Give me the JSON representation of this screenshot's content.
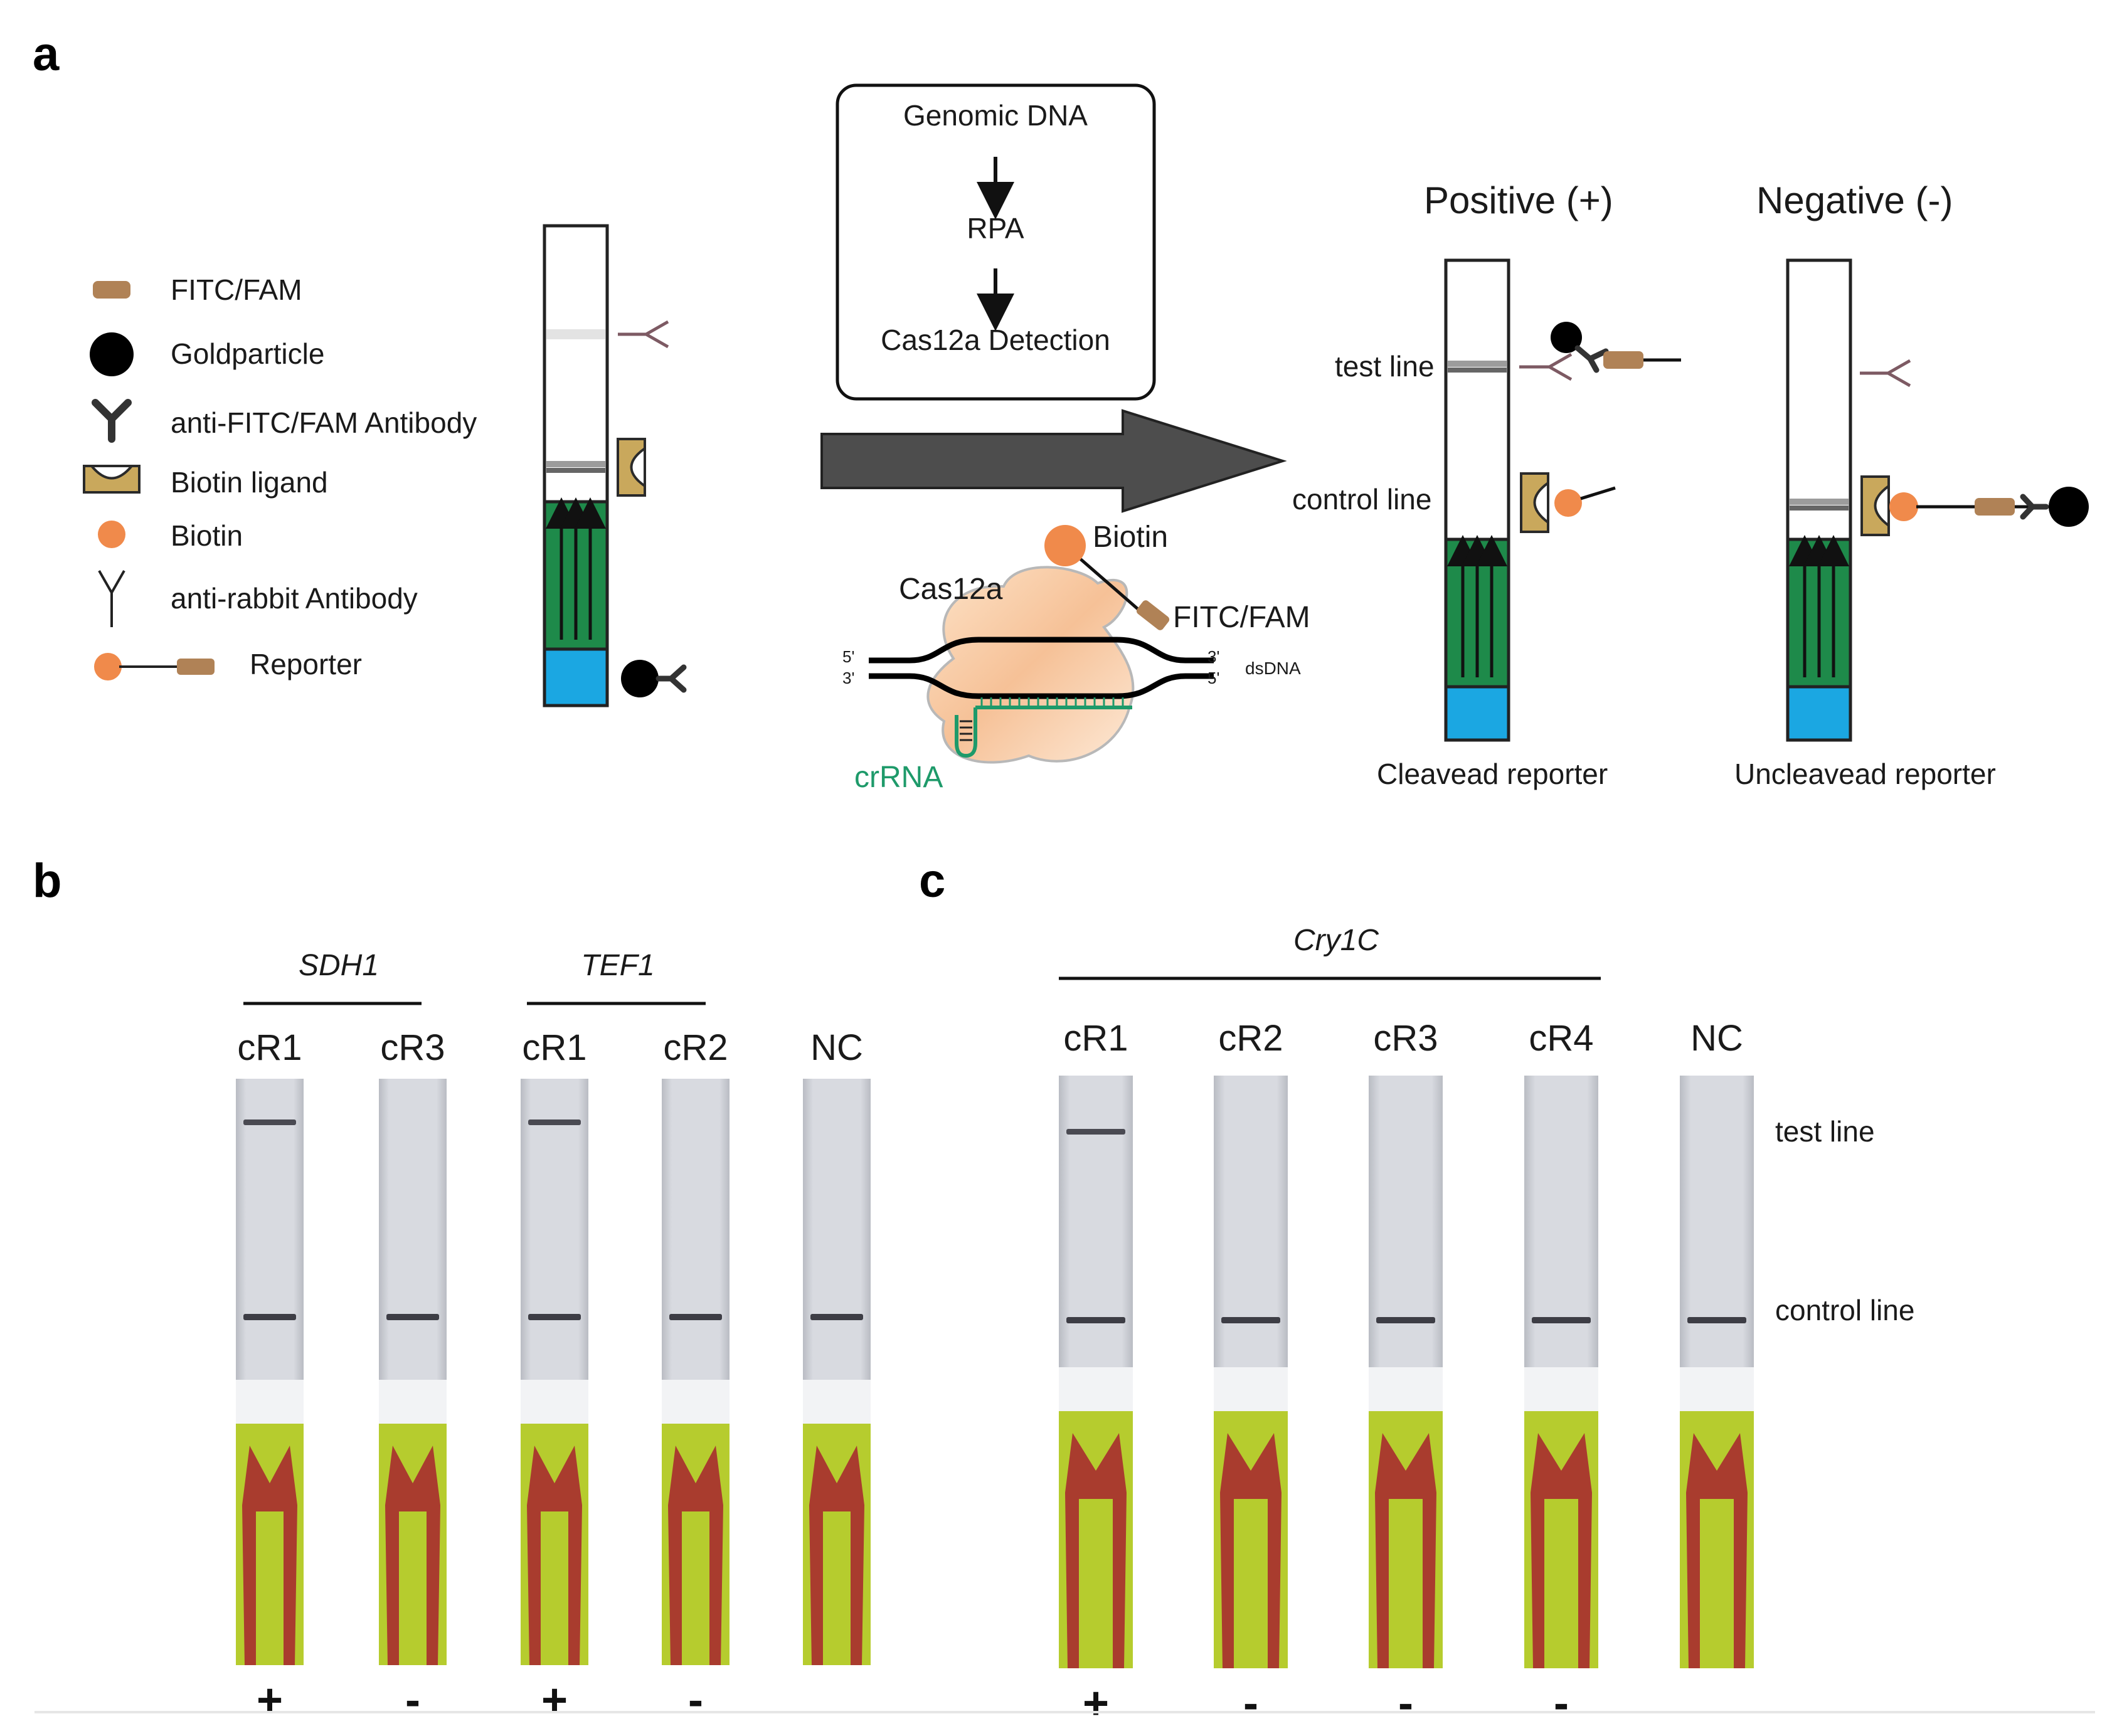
{
  "panels": {
    "a": {
      "letter": "a",
      "legend": [
        {
          "icon": "fitc-fam-tag-icon",
          "label": "FITC/FAM"
        },
        {
          "icon": "gold-particle-icon",
          "label": "Goldparticle"
        },
        {
          "icon": "anti-fitc-fam-antibody-icon",
          "label": "anti-FITC/FAM Antibody"
        },
        {
          "icon": "biotin-ligand-icon",
          "label": "Biotin ligand"
        },
        {
          "icon": "biotin-icon",
          "label": "Biotin"
        },
        {
          "icon": "anti-rabbit-antibody-icon",
          "label": "anti-rabbit Antibody"
        },
        {
          "icon": "reporter-icon",
          "label": "Reporter"
        }
      ],
      "workflow": {
        "steps": [
          "Genomic DNA",
          "RPA",
          "Cas12a Detection"
        ]
      },
      "cas12a": {
        "protein_label": "Cas12a",
        "biotin_label": "Biotin",
        "fitc_label": "FITC/FAM",
        "crrna_label": "crRNA",
        "dsdna_label": "dsDNA",
        "end_5": "5'",
        "end_3": "3'"
      },
      "results": {
        "positive_title": "Positive (+)",
        "negative_title": "Negative (-)",
        "test_line_label": "test line",
        "control_line_label": "control line",
        "positive_caption": "Cleavead reporter",
        "negative_caption": "Uncleavead reporter"
      },
      "colors": {
        "fitc": "#b08256",
        "biotin": "#f08a4b",
        "ligand": "#c9a85c",
        "antibody_rabbit": "#7d5a63",
        "strip_green": "#1e8a4a",
        "strip_blue": "#1ba7e2",
        "arrow_gray": "#4d4d4d",
        "crrna": "#1e9a6a"
      }
    },
    "b": {
      "letter": "b",
      "groups": [
        {
          "name": "SDH1",
          "lanes": [
            "cR1",
            "cR3"
          ]
        },
        {
          "name": "TEF1",
          "lanes": [
            "cR1",
            "cR2"
          ]
        }
      ],
      "lanes": [
        {
          "label": "cR1",
          "result": "+",
          "test_line": true
        },
        {
          "label": "cR3",
          "result": "-",
          "test_line": false
        },
        {
          "label": "cR1",
          "result": "+",
          "test_line": true
        },
        {
          "label": "cR2",
          "result": "-",
          "test_line": false
        },
        {
          "label": "NC",
          "result": "",
          "test_line": false
        }
      ]
    },
    "c": {
      "letter": "c",
      "group": "Cry1C",
      "lanes": [
        {
          "label": "cR1",
          "result": "+",
          "test_line": true
        },
        {
          "label": "cR2",
          "result": "-",
          "test_line": false
        },
        {
          "label": "cR3",
          "result": "-",
          "test_line": false
        },
        {
          "label": "cR4",
          "result": "-",
          "test_line": false
        },
        {
          "label": "NC",
          "result": "",
          "test_line": false
        }
      ],
      "test_line_label": "test line",
      "control_line_label": "control line"
    }
  }
}
